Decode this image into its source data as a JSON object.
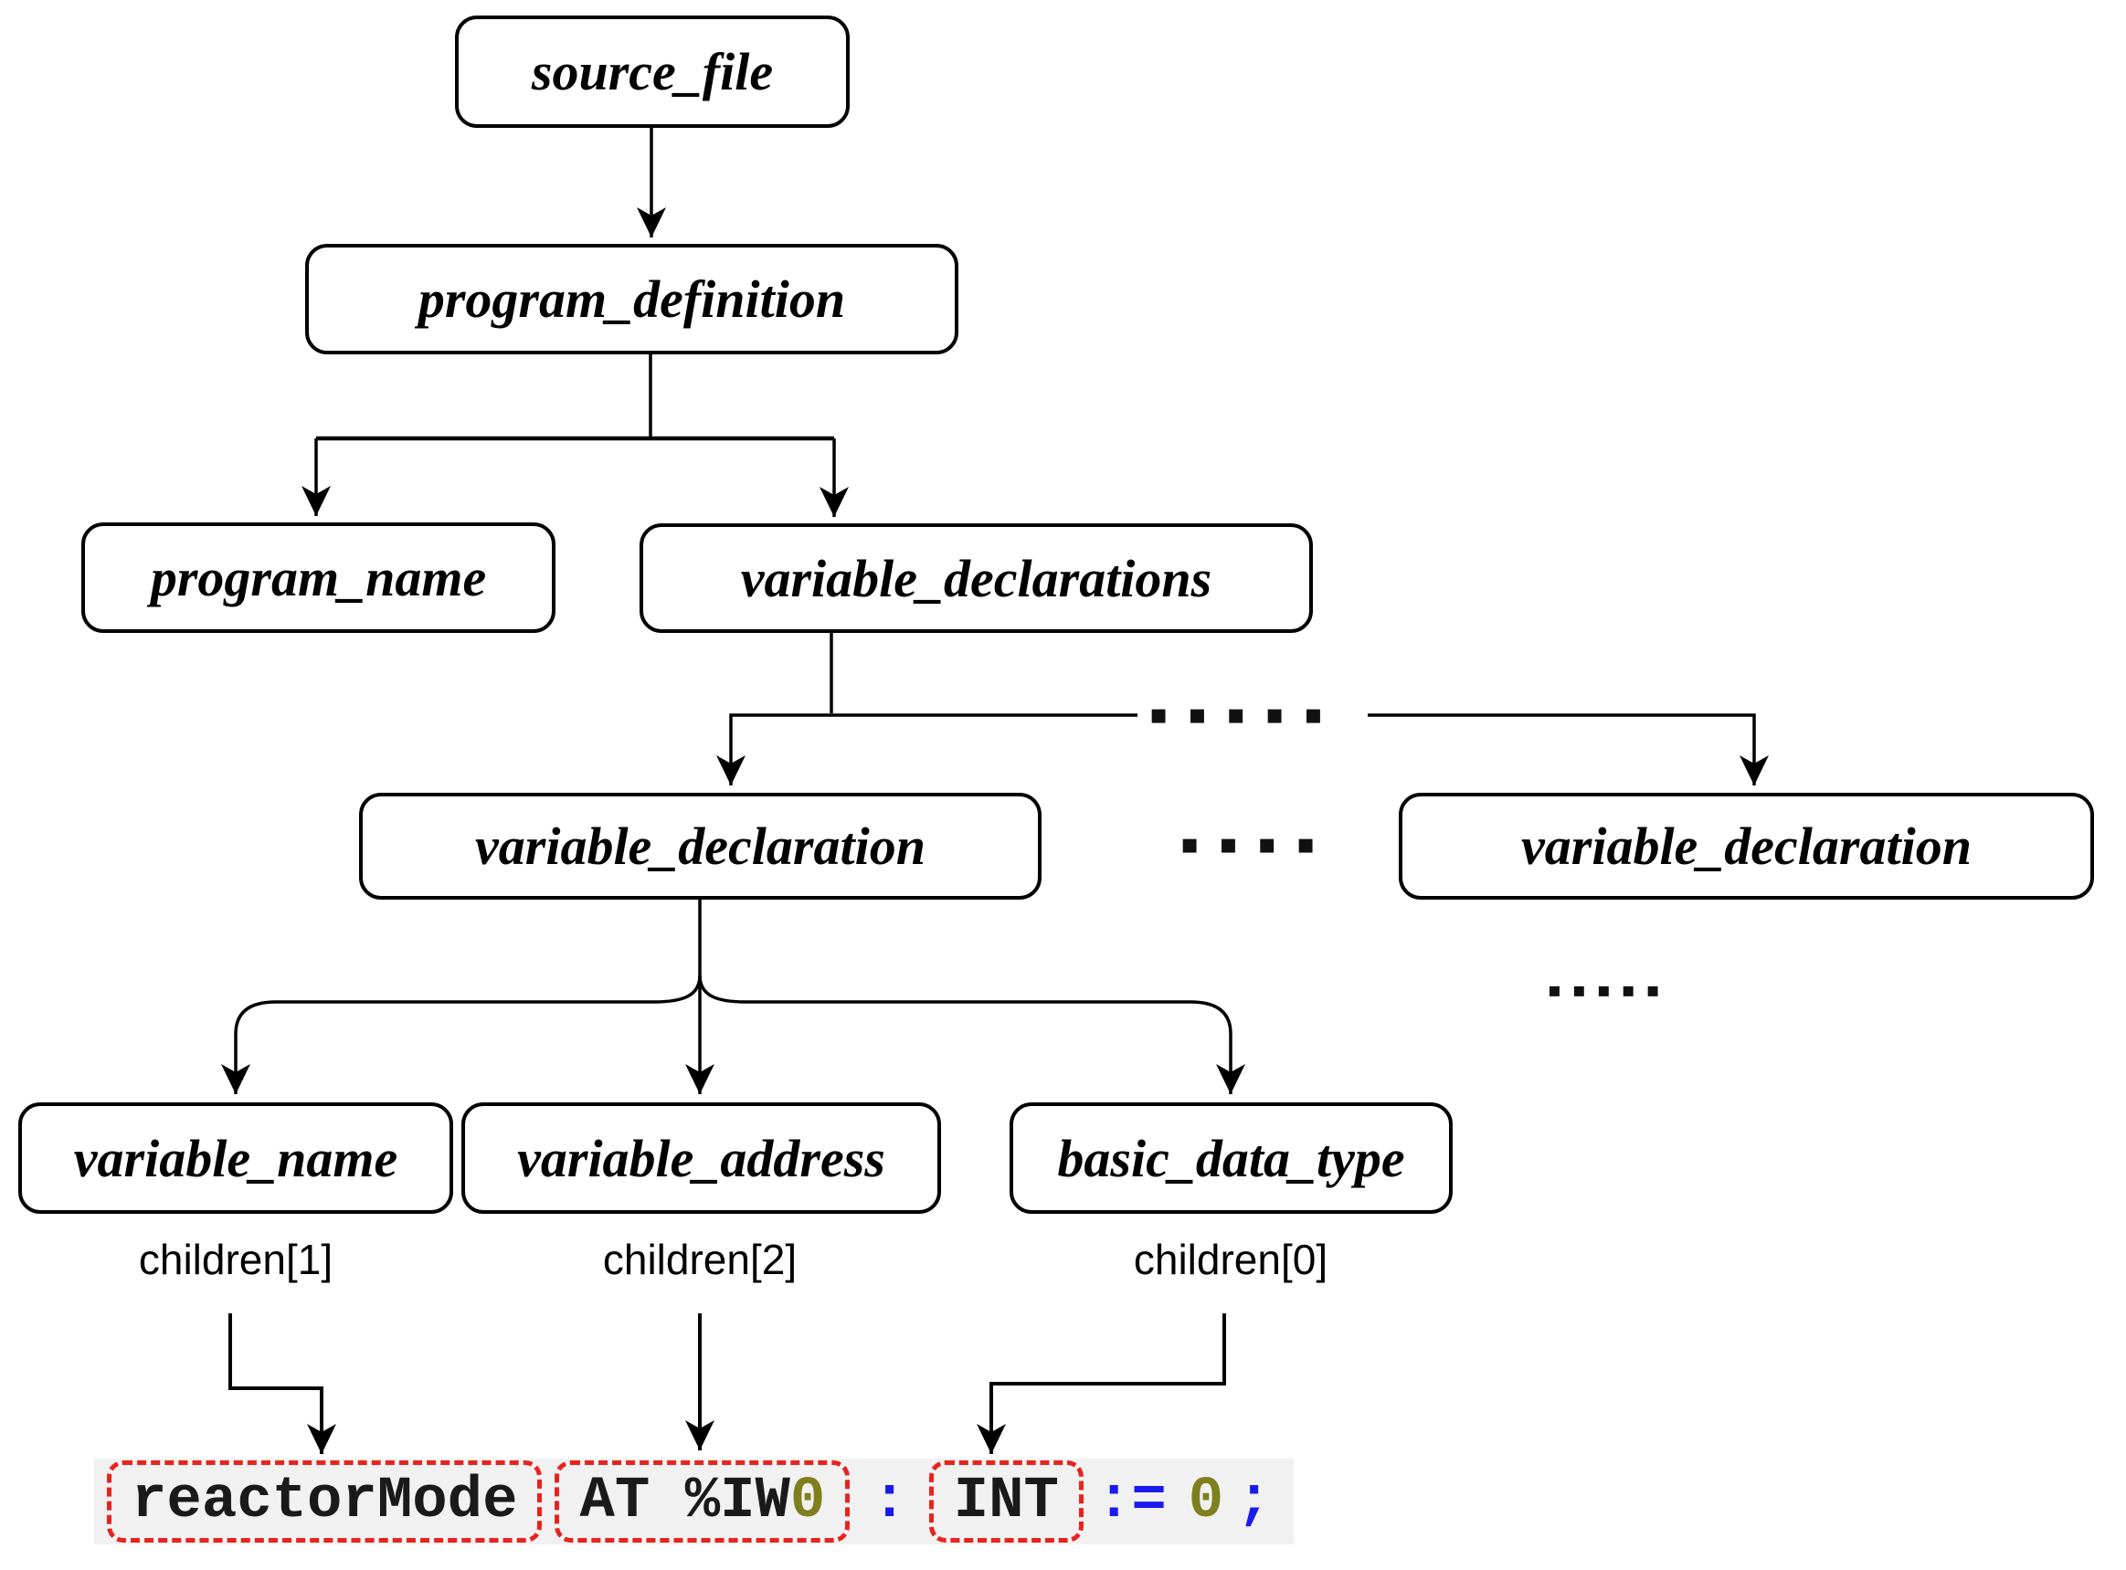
{
  "diagram": {
    "nodes": {
      "source_file": "source_file",
      "program_definition": "program_definition",
      "program_name": "program_name",
      "variable_declarations": "variable_declarations",
      "variable_declaration_left": "variable_declaration",
      "variable_declaration_right": "variable_declaration",
      "variable_name": "variable_name",
      "variable_address": "variable_address",
      "basic_data_type": "basic_data_type"
    },
    "child_index_labels": {
      "variable_name": "children[1]",
      "variable_address": "children[2]",
      "basic_data_type": "children[0]"
    },
    "ellipsis": {
      "branch_row": "▪▪▪▪▪",
      "between_declarations": "▪▪▪▪",
      "below_right_declaration": "▪▪▪▪▪"
    }
  },
  "code": {
    "tokens": {
      "variable_name": "reactorMode",
      "at_keyword_and_address": "AT %IW",
      "address_number": "0",
      "colon": ":",
      "data_type": "INT",
      "assign_operator": ":=",
      "initial_value": "0",
      "semicolon": ";"
    },
    "colors": {
      "text_black": "#1a1a1a",
      "operator_blue": "#1a1aee",
      "number_olive": "#7f7f1e",
      "highlight_red": "#e8231e",
      "code_background": "#f1f1f1"
    }
  }
}
